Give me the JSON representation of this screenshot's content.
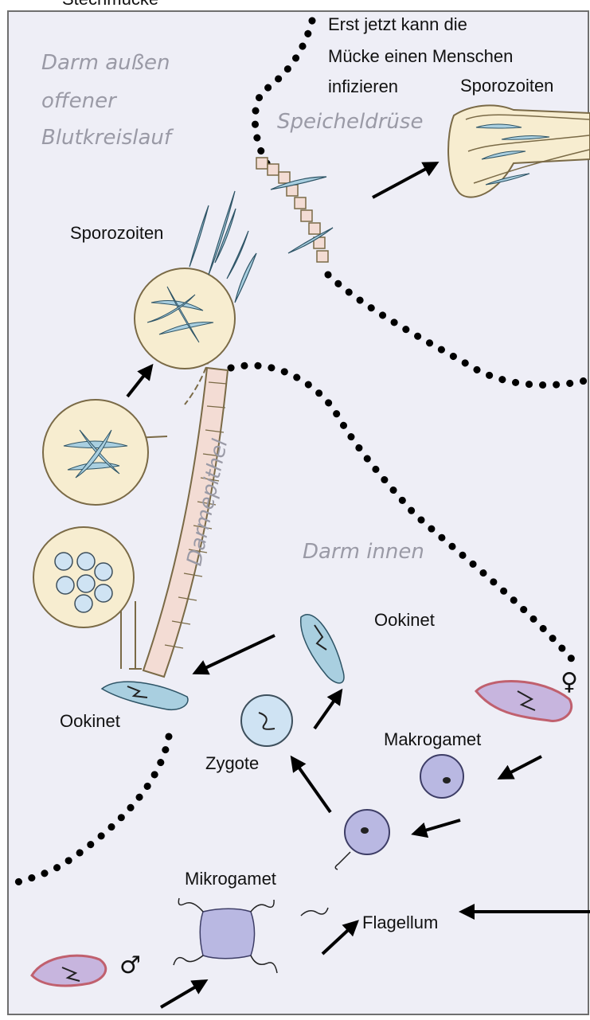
{
  "labels": {
    "top_cut": "Stechmücke",
    "darm_aussen": [
      "Darm außen",
      "offener",
      "Blutkreislauf"
    ],
    "erst_jetzt": [
      "Erst jetzt kann die",
      "Mücke einen Menschen",
      "infizieren"
    ],
    "sporozoiten_top": "Sporozoiten",
    "speicheldruese": "Speicheldrüse",
    "sporozoiten_left": "Sporozoiten",
    "darmepithel": "Darmepithel",
    "darm_innen": "Darm innen",
    "ookinet_top": "Ookinet",
    "ookinet_left": "Ookinet",
    "zygote": "Zygote",
    "makrogamet": "Makrogamet",
    "mikrogamet": "Mikrogamet",
    "flagellum": "Flagellum",
    "female_symbol": "♀",
    "male_symbol": "♂"
  },
  "colors": {
    "background": "#eeeef6",
    "cyst_fill": "#f7edd0",
    "cyst_stroke": "#7a6a46",
    "epithel_fill": "#f3dcd4",
    "sporozoite": "#a9cfe0",
    "zygote": "#cfe3f3",
    "gamet": "#b9b8e2",
    "gametocyte": "#c7b5de",
    "gametocyte_border": "#c0606e"
  }
}
